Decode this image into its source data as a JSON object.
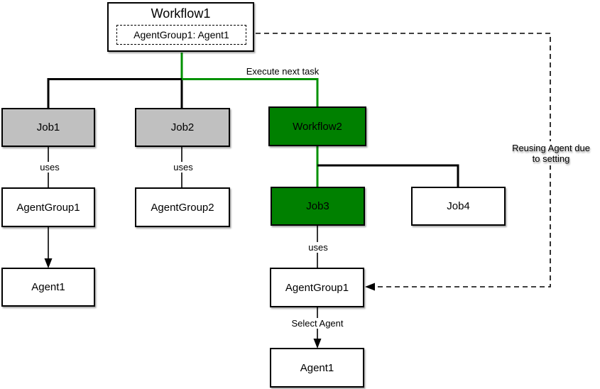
{
  "workflow1": {
    "title": "Workflow1",
    "agent_assignment": "AgentGroup1: Agent1"
  },
  "nodes": {
    "job1": "Job1",
    "job2": "Job2",
    "workflow2": "Workflow2",
    "job3": "Job3",
    "job4": "Job4",
    "agentgroup1_left": "AgentGroup1",
    "agentgroup2": "AgentGroup2",
    "agent1_left": "Agent1",
    "agentgroup1_right": "AgentGroup1",
    "agent1_right": "Agent1"
  },
  "edge_labels": {
    "execute_next_task": "Execute next task",
    "uses": "uses",
    "select_agent": "Select Agent",
    "reusing_agent_note": "Reusing Agent due to setting"
  },
  "colors": {
    "active_green": "#008000",
    "line_green": "#009100",
    "inactive_gray": "#c0c0c0",
    "line_black": "#000000",
    "background": "#ffffff"
  }
}
